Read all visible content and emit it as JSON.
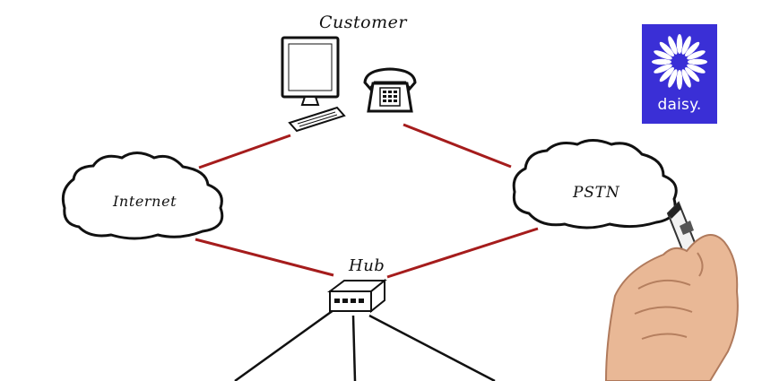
{
  "diagram": {
    "customer_label": "Customer",
    "internet_label": "Internet",
    "pstn_label": "PSTN",
    "hub_label": "Hub"
  },
  "logo": {
    "text": "daisy.",
    "background": "#3a2fd6",
    "foreground": "#ffffff"
  },
  "colors": {
    "link_red": "#a51c1c",
    "link_black": "#111111"
  },
  "icons": [
    "computer-icon",
    "telephone-icon",
    "cloud-icon",
    "hub-icon",
    "daisy-flower-icon",
    "hand-with-marker"
  ]
}
